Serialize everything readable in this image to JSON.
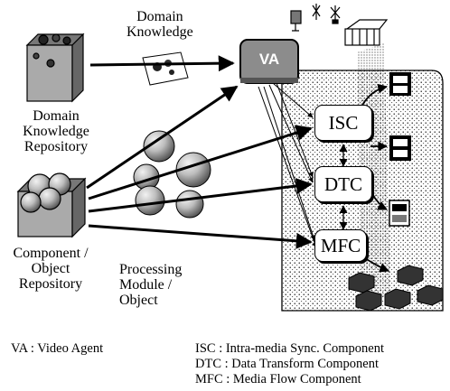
{
  "domain_knowledge_label": "Domain\nKnowledge",
  "repositories": {
    "domain": "Domain\nKnowledge\nRepository",
    "component": "Component /\nObject\nRepository"
  },
  "processing_label": "Processing\nModule /\nObject",
  "agent": "VA",
  "components": [
    "ISC",
    "DTC",
    "MFC"
  ],
  "legend": {
    "left": "VA : Video Agent",
    "right": [
      "ISC : Intra-media Sync. Component",
      "DTC : Data Transform Component",
      "MFC : Media Flow Component"
    ]
  },
  "colors": {
    "ink": "#000000",
    "paper": "#ffffff",
    "agent_fill": "#8c8c8c",
    "sphere_fill": "#bdbdbd"
  }
}
